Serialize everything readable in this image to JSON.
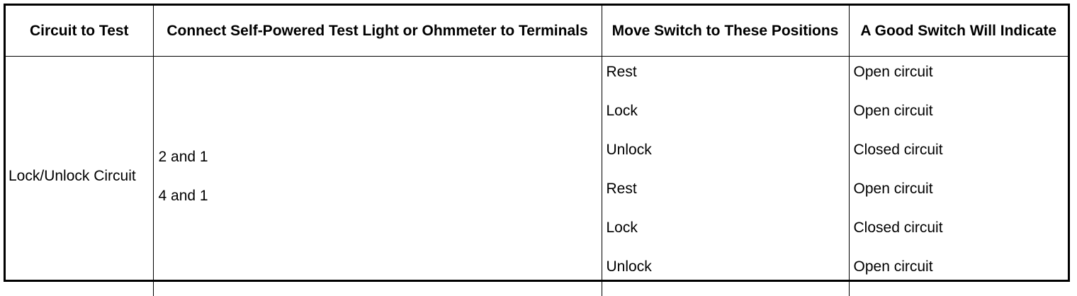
{
  "headers": [
    "Circuit to Test",
    "Connect Self-Powered Test Light or Ohmmeter to Terminals",
    "Move Switch to These Positions",
    "A Good Switch Will Indicate"
  ],
  "row": {
    "circuit": "Lock/Unlock Circuit",
    "terminals": [
      "2 and 1",
      "4 and 1"
    ],
    "positions": [
      "Rest",
      "Lock",
      "Unlock",
      "Rest",
      "Lock",
      "Unlock"
    ],
    "indications": [
      "Open circuit",
      "Open circuit",
      "Closed circuit",
      "Open circuit",
      "Closed circuit",
      "Open circuit"
    ]
  }
}
